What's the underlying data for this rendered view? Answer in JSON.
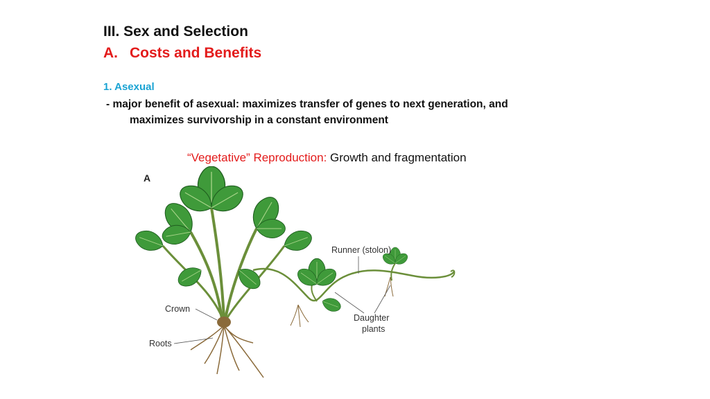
{
  "title": "III. Sex and Selection",
  "subtitle": {
    "letter": "A.",
    "text": "Costs and Benefits"
  },
  "section": "1. Asexual",
  "bullet": {
    "line1": "- major benefit of asexual: maximizes transfer of genes to next generation, and",
    "line2": "maximizes survivorship in a constant environment"
  },
  "caption": {
    "red": "“Vegetative” Reproduction:",
    "black": " Growth and fragmentation"
  },
  "figure": {
    "panel": "A",
    "runner": "Runner (stolon)",
    "crown": "Crown",
    "roots": "Roots",
    "daughter_line1": "Daughter",
    "daughter_line2": "plants"
  },
  "colors": {
    "title": "#111111",
    "accent_red": "#e31b1b",
    "accent_blue": "#1aa3d3",
    "leaf": "#3f9a3a"
  }
}
